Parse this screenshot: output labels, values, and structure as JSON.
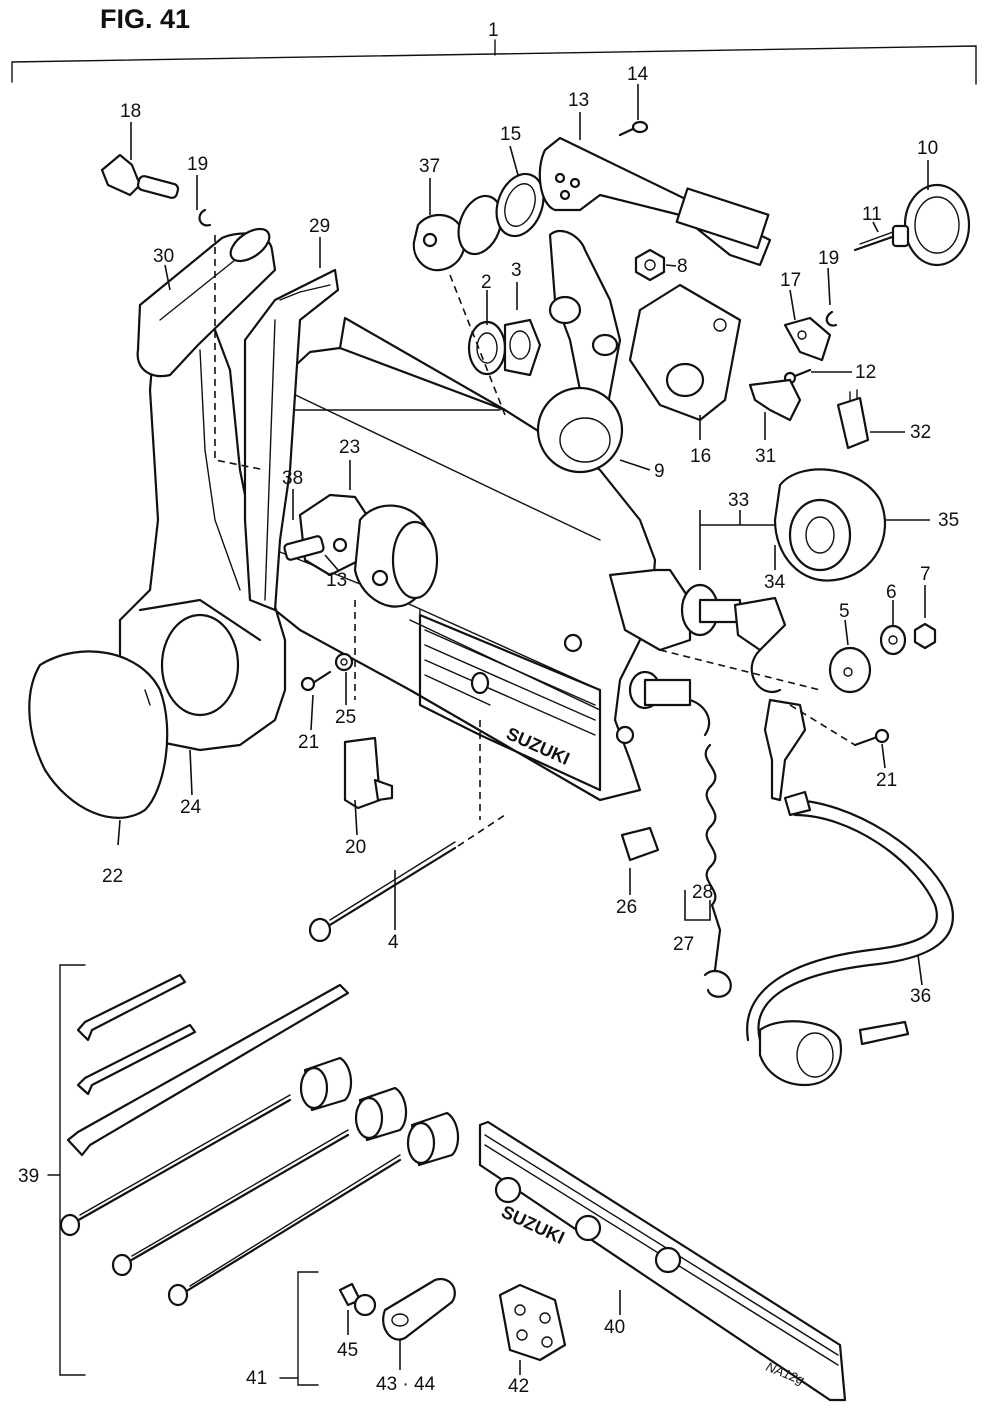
{
  "figure": {
    "title": "FIG. 41",
    "assembly_number": "1",
    "brand_text": "SUZUKI",
    "plate_brand_text": "SUZUKI",
    "plate_mark": "NA12g"
  },
  "callouts": [
    {
      "id": "c-13a",
      "label": "13"
    },
    {
      "id": "c-14",
      "label": "14"
    },
    {
      "id": "c-15",
      "label": "15"
    },
    {
      "id": "c-18",
      "label": "18"
    },
    {
      "id": "c-19a",
      "label": "19"
    },
    {
      "id": "c-37",
      "label": "37"
    },
    {
      "id": "c-10",
      "label": "10"
    },
    {
      "id": "c-11",
      "label": "11"
    },
    {
      "id": "c-19b",
      "label": "19"
    },
    {
      "id": "c-30",
      "label": "30"
    },
    {
      "id": "c-29",
      "label": "29"
    },
    {
      "id": "c-2",
      "label": "2"
    },
    {
      "id": "c-3",
      "label": "3"
    },
    {
      "id": "c-8",
      "label": "8"
    },
    {
      "id": "c-17",
      "label": "17"
    },
    {
      "id": "c-12",
      "label": "12"
    },
    {
      "id": "c-32",
      "label": "32"
    },
    {
      "id": "c-31",
      "label": "31"
    },
    {
      "id": "c-16",
      "label": "16"
    },
    {
      "id": "c-9",
      "label": "9"
    },
    {
      "id": "c-23",
      "label": "23"
    },
    {
      "id": "c-38",
      "label": "38"
    },
    {
      "id": "c-13b",
      "label": "13"
    },
    {
      "id": "c-33",
      "label": "33"
    },
    {
      "id": "c-35",
      "label": "35"
    },
    {
      "id": "c-34",
      "label": "34"
    },
    {
      "id": "c-7",
      "label": "7"
    },
    {
      "id": "c-6",
      "label": "6"
    },
    {
      "id": "c-5",
      "label": "5"
    },
    {
      "id": "c-21a",
      "label": "21"
    },
    {
      "id": "c-25",
      "label": "25"
    },
    {
      "id": "c-21b",
      "label": "21"
    },
    {
      "id": "c-20",
      "label": "20"
    },
    {
      "id": "c-24",
      "label": "24"
    },
    {
      "id": "c-22",
      "label": "22"
    },
    {
      "id": "c-4",
      "label": "4"
    },
    {
      "id": "c-26",
      "label": "26"
    },
    {
      "id": "c-28",
      "label": "28"
    },
    {
      "id": "c-27",
      "label": "27"
    },
    {
      "id": "c-36",
      "label": "36"
    },
    {
      "id": "c-39",
      "label": "39"
    },
    {
      "id": "c-40",
      "label": "40"
    },
    {
      "id": "c-41",
      "label": "41"
    },
    {
      "id": "c-45",
      "label": "45"
    },
    {
      "id": "c-4344",
      "label": "43 · 44"
    },
    {
      "id": "c-42",
      "label": "42"
    }
  ]
}
